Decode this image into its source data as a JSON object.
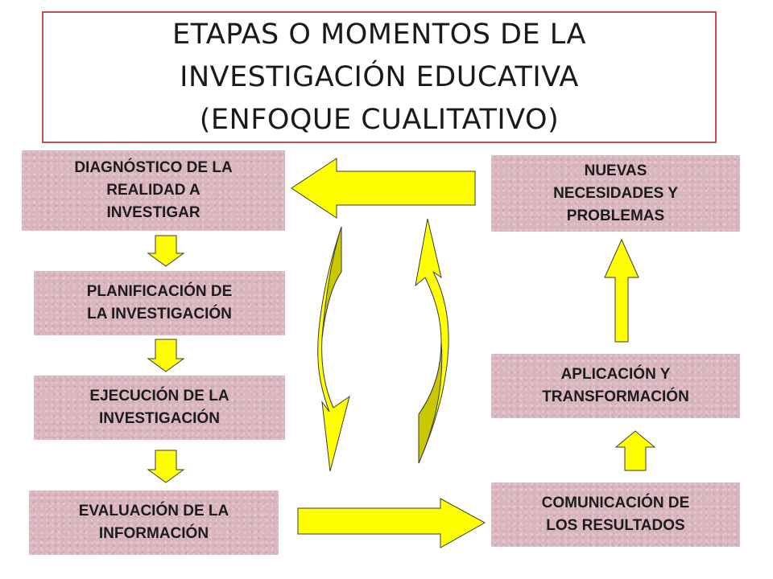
{
  "title": "ETAPAS O MOMENTOS DE LA\nINVESTIGACIÓN EDUCATIVA\n(ENFOQUE CUALITATIVO)",
  "stages": {
    "diagnostico": "DIAGNÓSTICO  DE  LA\nREALIDAD A\nINVESTIGAR",
    "planificacion": "PLANIFICACIÓN DE\nLA INVESTIGACIÓN",
    "ejecucion": "EJECUCIÓN  DE  LA\nINVESTIGACIÓN",
    "evaluacion": "EVALUACIÓN DE LA\nINFORMACIÓN",
    "nuevas": "NUEVAS\nNECESIDADES Y\nPROBLEMAS",
    "aplicacion": "APLICACIÓN Y\nTRANSFORMACIÓN",
    "comunicacion": "COMUNICACIÓN DE\nLOS RESULTADOS"
  },
  "colors": {
    "title_border": "#c0504d",
    "stage_fill": "#d9b5be",
    "arrow_fill": "#ffff00",
    "arrow_shade": "#c8c800",
    "arrow_stroke": "#3a3a3a"
  }
}
